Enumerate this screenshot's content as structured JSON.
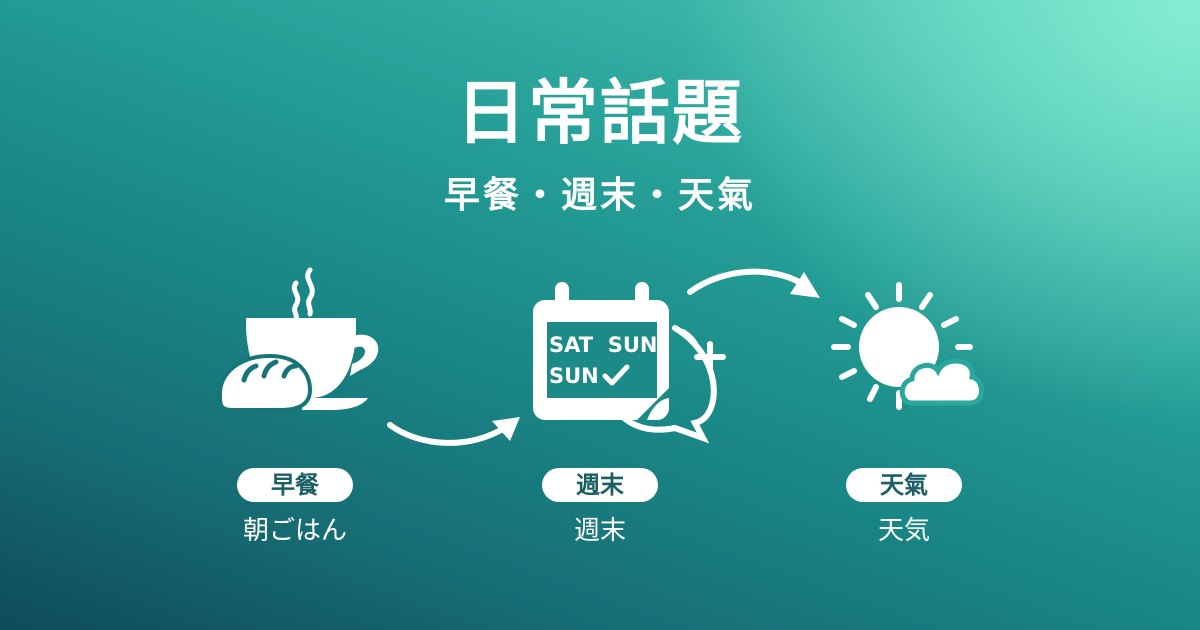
{
  "header": {
    "title": "日常話題",
    "subtitle": "早餐・週末・天氣"
  },
  "topics": [
    {
      "icon": "coffee-bread-icon",
      "pill_label": "早餐",
      "caption": "朝ごはん"
    },
    {
      "icon": "calendar-weekend-icon",
      "pill_label": "週末",
      "caption": "週末",
      "calendar_line1": "SAT  SUN",
      "calendar_line2": "SUN"
    },
    {
      "icon": "sun-cloud-icon",
      "pill_label": "天氣",
      "caption": "天気"
    }
  ],
  "colors": {
    "background_dark": "#0f4b5a",
    "background_mid": "#1a8a88",
    "background_light": "#87f0d4",
    "pill_text": "#1b5e63",
    "foreground": "#ffffff"
  }
}
